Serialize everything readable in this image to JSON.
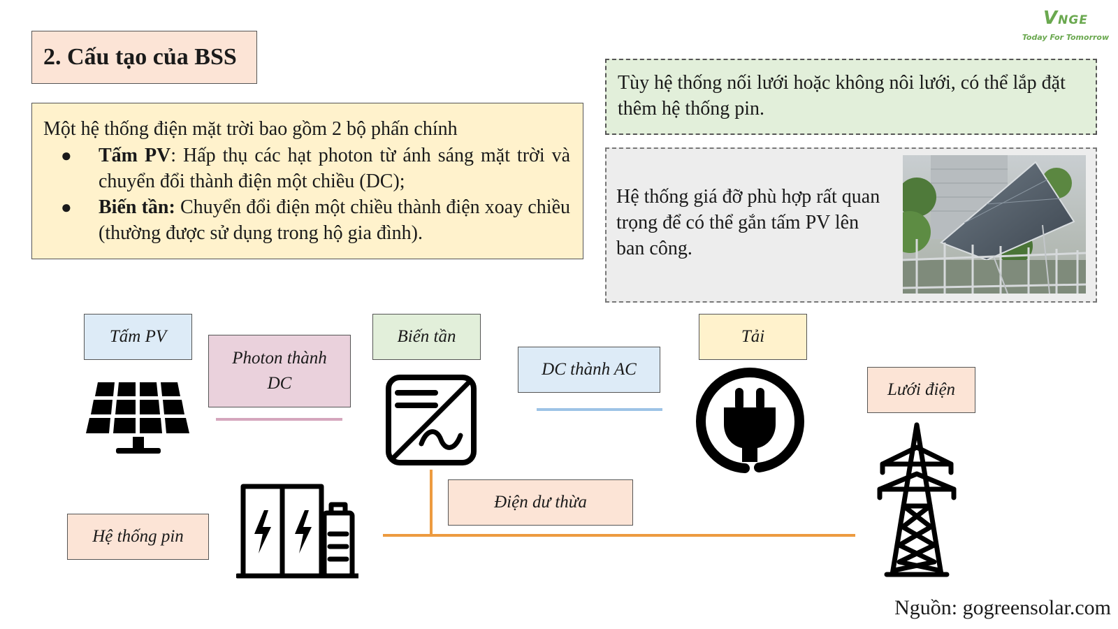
{
  "logo": {
    "mark": "V",
    "mark_rest": "NGE",
    "tagline": "Today For Tomorrow"
  },
  "title": "2. Cấu tạo của BSS",
  "intro": {
    "lead": "Một hệ thống điện mặt trời bao gồm 2 bộ phấn chính",
    "bullets": [
      {
        "bold": "Tấm PV",
        "text": ": Hấp thụ các hạt photon từ ánh sáng mặt trời và chuyển đổi thành điện một chiều (DC);"
      },
      {
        "bold": "Biến tần:",
        "text": " Chuyển đổi điện một chiều thành điện xoay chiều (thường được sử dụng trong hộ gia đình)."
      }
    ],
    "bullet_char": "●"
  },
  "note": "Tùy hệ thống nối lưới hoặc không nôi lưới, có thể lắp đặt thêm hệ thống pin.",
  "mount": {
    "text": "Hệ thống giá đỡ phù hợp rất quan trọng để có thể gắn tấm PV  lên ban công."
  },
  "diagram": {
    "labels": {
      "pv_panel": "Tấm PV",
      "photon_dc_line1": "Photon thành",
      "photon_dc_line2": "DC",
      "inverter": "Biến tần",
      "dc_ac": "DC thành AC",
      "load": "Tải",
      "grid": "Lưới điện",
      "surplus": "Điện dư thừa",
      "battery": "Hệ thống pin"
    },
    "colors": {
      "orange_line": "#ed9b40",
      "blue_line": "#9dc3e6",
      "pink_line": "#d5a6bd",
      "icon": "#000000"
    },
    "icons": [
      "solar-panel-icon",
      "inverter-icon",
      "power-plug-icon",
      "transmission-tower-icon",
      "battery-storage-icon"
    ]
  },
  "source": "Nguồn: gogreensolar.com"
}
